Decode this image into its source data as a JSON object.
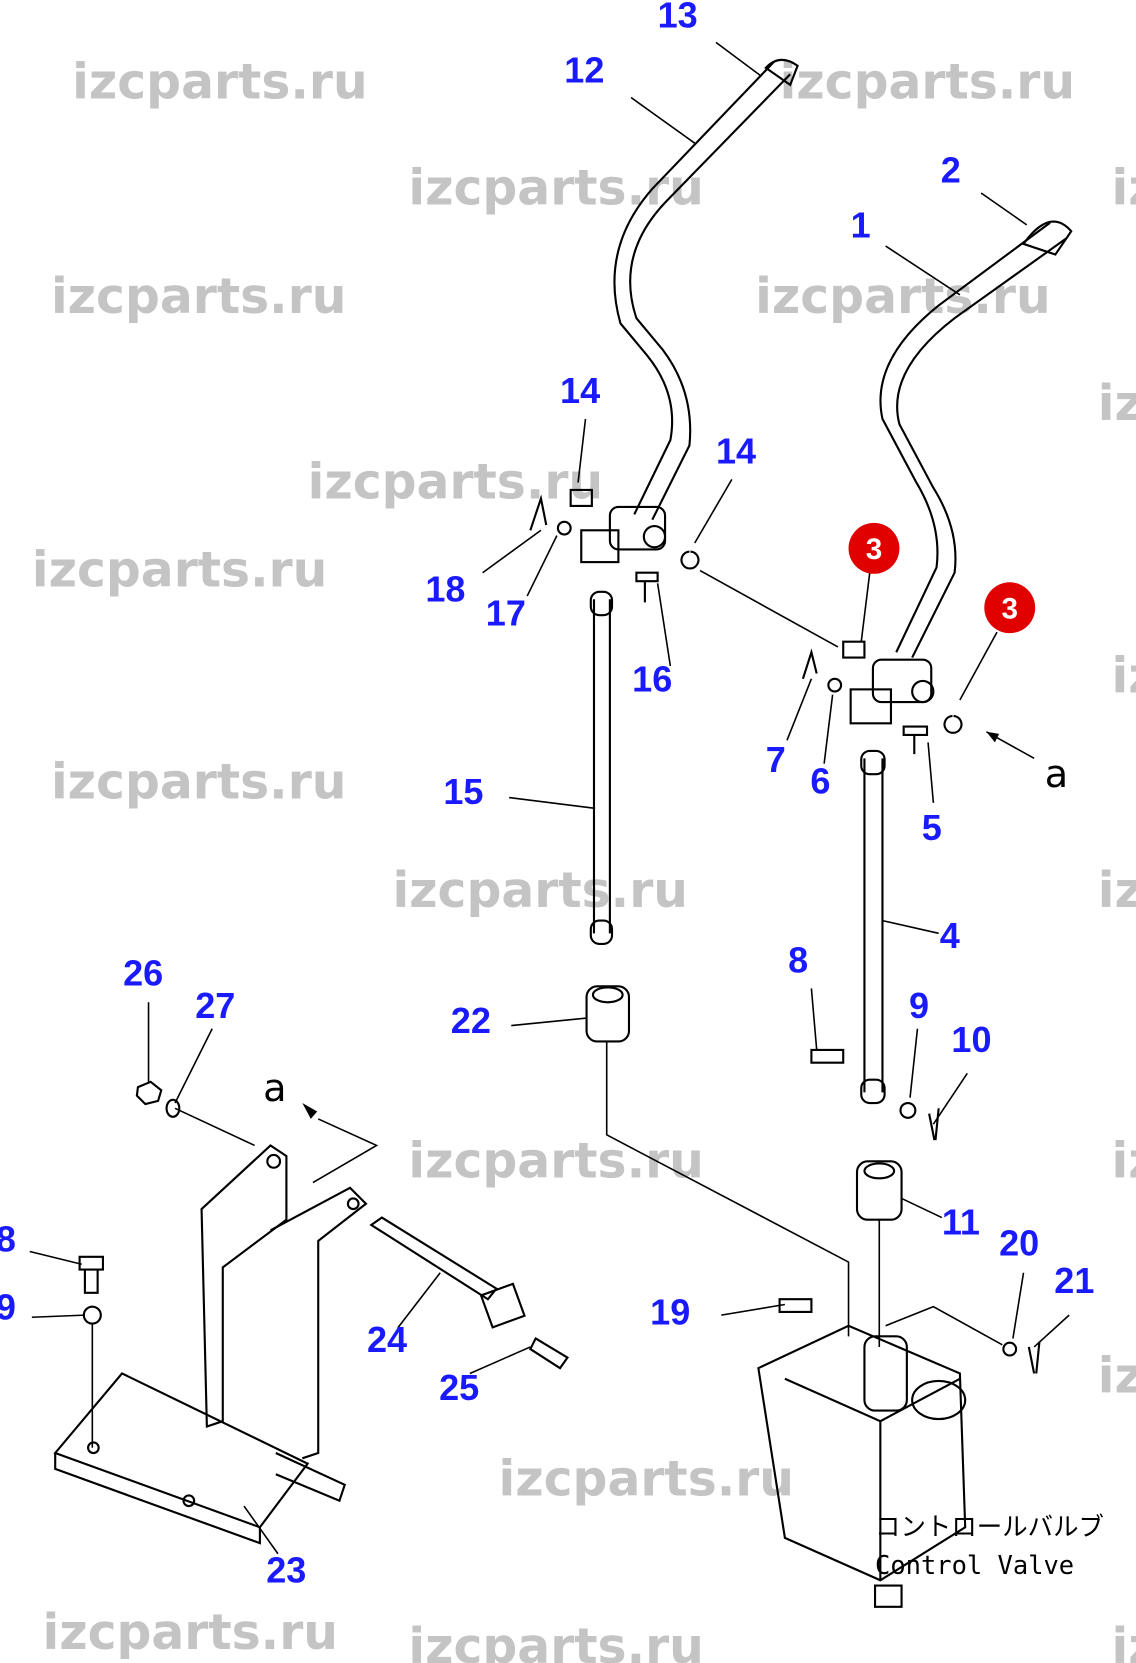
{
  "watermark": "izcparts.ru",
  "callouts": [
    {
      "number": "13"
    },
    {
      "number": "12"
    },
    {
      "number": "2"
    },
    {
      "number": "1"
    },
    {
      "number": "14"
    },
    {
      "number": "14"
    },
    {
      "number": "18"
    },
    {
      "number": "17"
    },
    {
      "number": "16"
    },
    {
      "number": "7"
    },
    {
      "number": "6"
    },
    {
      "number": "5"
    },
    {
      "number": "15"
    },
    {
      "number": "4"
    },
    {
      "number": "8"
    },
    {
      "number": "9"
    },
    {
      "number": "10"
    },
    {
      "number": "26"
    },
    {
      "number": "27"
    },
    {
      "number": "22"
    },
    {
      "number": "11"
    },
    {
      "number": "20"
    },
    {
      "number": "21"
    },
    {
      "number": "19"
    },
    {
      "number": "8"
    },
    {
      "number": "9"
    },
    {
      "number": "24"
    },
    {
      "number": "25"
    },
    {
      "number": "23"
    }
  ],
  "highlighted_callouts": [
    {
      "number": "3"
    },
    {
      "number": "3"
    }
  ],
  "highlight_color": "#e00000",
  "callout_color": "#1a1aff",
  "view_marker": "a",
  "caption": {
    "japanese": "コントロールバルブ",
    "english": "Control Valve"
  }
}
